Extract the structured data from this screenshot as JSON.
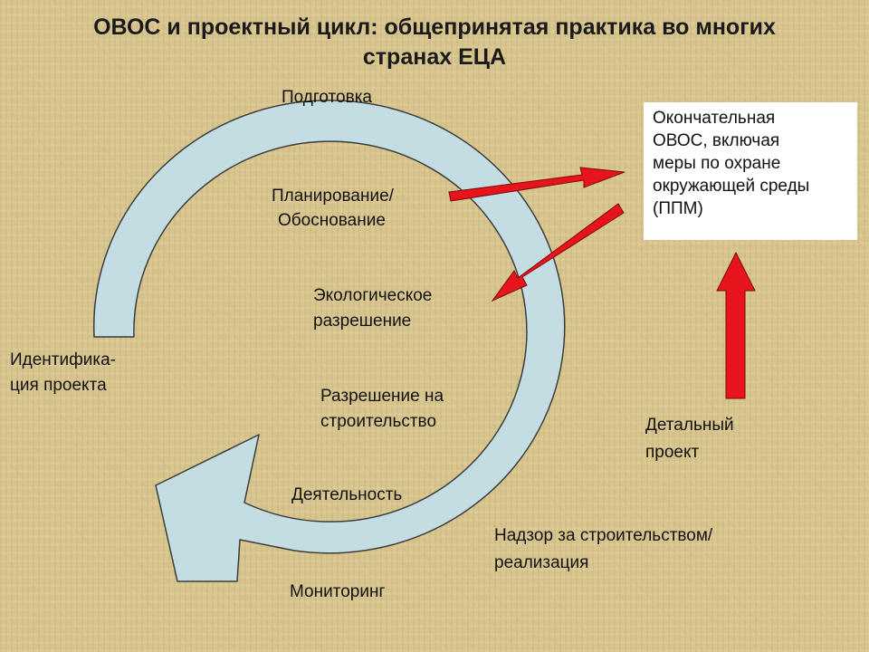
{
  "title": {
    "line1": "ОВОС и проектный цикл: общепринятая практика во многих",
    "line2": "странах ЕЦА"
  },
  "labels": {
    "preparation": "Подготовка",
    "planning_line1": "Планирование/",
    "planning_line2": "Обоснование",
    "eco_line1": "Экологическое",
    "eco_line2": "разрешение",
    "identification_line1": "Идентифика-",
    "identification_line2": "ция проекта",
    "construction_permit_line1": "Разрешение на",
    "construction_permit_line2": "строительство",
    "activity": "Деятельность",
    "supervision_line1": "Надзор за строительством/",
    "supervision_line2": "реализация",
    "monitoring": "Мониторинг",
    "detailed_line1": "Детальный",
    "detailed_line2": "проект"
  },
  "final_box": {
    "lines": [
      "Окончательная",
      "ОВОС, включая",
      "меры по охране",
      "окружающей среды",
      "(ППМ)"
    ]
  },
  "colors": {
    "cycle_fill": "#c3dde3",
    "cycle_stroke": "#3d3d3d",
    "arrow_red": "#e8141b",
    "arrow_stroke": "#7a0a0a"
  }
}
